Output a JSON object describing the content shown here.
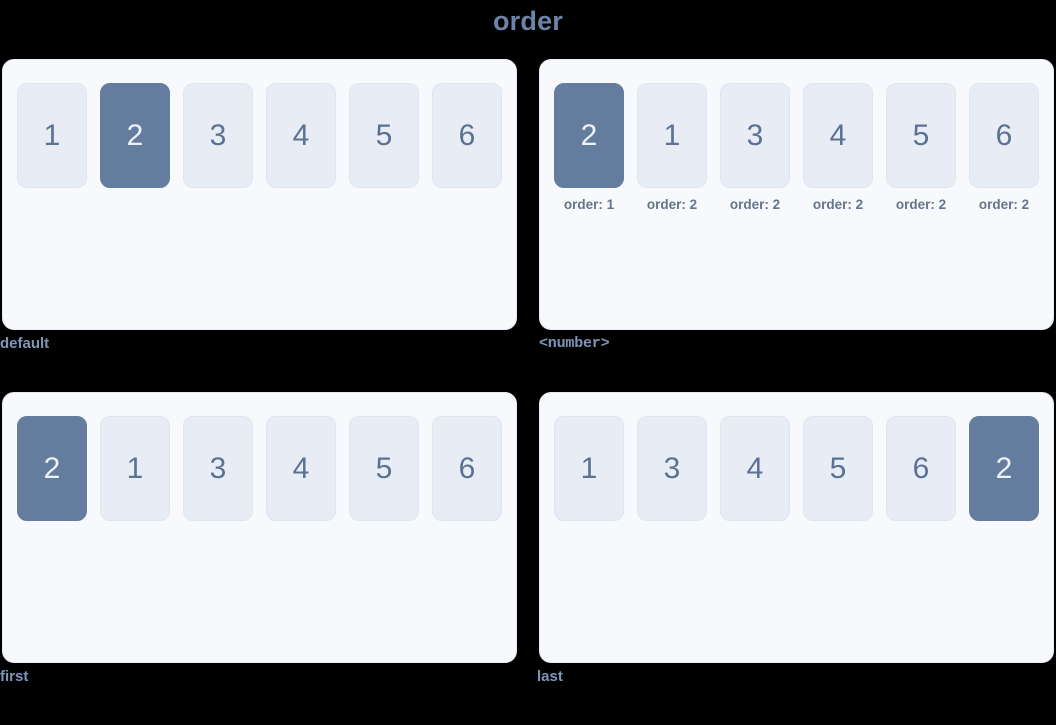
{
  "page": {
    "title": "order",
    "background_color": "#000000",
    "accent_color": "#647d9f",
    "title_color": "#6b84a8",
    "caption_color": "#7d96b8",
    "item_bg_color": "#e8ecf5",
    "item_text_color": "#5b7293",
    "panel_bg_color": "#f8f9fc"
  },
  "panels": [
    {
      "caption": "default",
      "caption_style": "text",
      "show_order_labels": false,
      "items": [
        {
          "label": "1",
          "highlight": false,
          "order_label": ""
        },
        {
          "label": "2",
          "highlight": true,
          "order_label": ""
        },
        {
          "label": "3",
          "highlight": false,
          "order_label": ""
        },
        {
          "label": "4",
          "highlight": false,
          "order_label": ""
        },
        {
          "label": "5",
          "highlight": false,
          "order_label": ""
        },
        {
          "label": "6",
          "highlight": false,
          "order_label": ""
        }
      ]
    },
    {
      "caption": "<number>",
      "caption_style": "mono",
      "show_order_labels": true,
      "items": [
        {
          "label": "2",
          "highlight": true,
          "order_label": "order: 1"
        },
        {
          "label": "1",
          "highlight": false,
          "order_label": "order: 2"
        },
        {
          "label": "3",
          "highlight": false,
          "order_label": "order: 2"
        },
        {
          "label": "4",
          "highlight": false,
          "order_label": "order: 2"
        },
        {
          "label": "5",
          "highlight": false,
          "order_label": "order: 2"
        },
        {
          "label": "6",
          "highlight": false,
          "order_label": "order: 2"
        }
      ]
    },
    {
      "caption": "first",
      "caption_style": "text",
      "show_order_labels": false,
      "items": [
        {
          "label": "2",
          "highlight": true,
          "order_label": ""
        },
        {
          "label": "1",
          "highlight": false,
          "order_label": ""
        },
        {
          "label": "3",
          "highlight": false,
          "order_label": ""
        },
        {
          "label": "4",
          "highlight": false,
          "order_label": ""
        },
        {
          "label": "5",
          "highlight": false,
          "order_label": ""
        },
        {
          "label": "6",
          "highlight": false,
          "order_label": ""
        }
      ]
    },
    {
      "caption": "last",
      "caption_style": "text",
      "show_order_labels": false,
      "items": [
        {
          "label": "1",
          "highlight": false,
          "order_label": ""
        },
        {
          "label": "3",
          "highlight": false,
          "order_label": ""
        },
        {
          "label": "4",
          "highlight": false,
          "order_label": ""
        },
        {
          "label": "5",
          "highlight": false,
          "order_label": ""
        },
        {
          "label": "6",
          "highlight": false,
          "order_label": ""
        },
        {
          "label": "2",
          "highlight": true,
          "order_label": ""
        }
      ]
    }
  ]
}
